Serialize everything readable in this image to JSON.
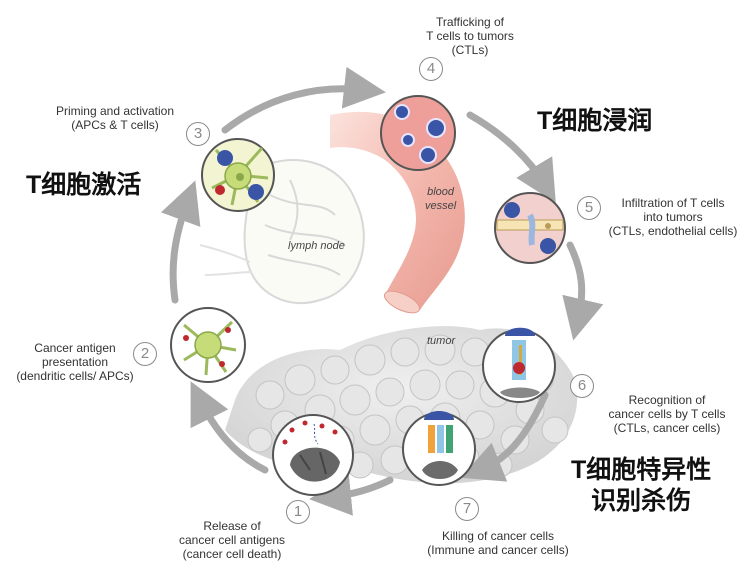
{
  "steps": [
    {
      "num": "1",
      "lines": [
        "Release of",
        "cancer cell antigens",
        "(cancer cell death)"
      ]
    },
    {
      "num": "2",
      "lines": [
        "Cancer antigen",
        "presentation",
        "(dendritic cells/ APCs)"
      ]
    },
    {
      "num": "3",
      "lines": [
        "Priming and activation",
        "(APCs & T cells)"
      ]
    },
    {
      "num": "4",
      "lines": [
        "Trafficking of",
        "T cells to tumors",
        "(CTLs)"
      ]
    },
    {
      "num": "5",
      "lines": [
        "Infiltration of T cells",
        "into tumors",
        "(CTLs, endothelial cells)"
      ]
    },
    {
      "num": "6",
      "lines": [
        "Recognition of",
        "cancer cells by T cells",
        "(CTLs, cancer cells)"
      ]
    },
    {
      "num": "7",
      "lines": [
        "Killing of cancer cells",
        "(Immune and cancer cells)"
      ]
    }
  ],
  "tissue_labels": {
    "lymph_node": "lymph node",
    "blood_vessel": [
      "blood",
      "vessel"
    ],
    "tumor": "tumor"
  },
  "chinese_labels": {
    "activation": "T细胞激活",
    "infiltration": "T细胞浸润",
    "killing": [
      "T细胞特异性",
      "识别杀伤"
    ]
  },
  "colors": {
    "arrow": "#a9a9a9",
    "tcell": "#3a55a6",
    "apc": "#c6dc78",
    "vessel_pink": "#e8a09a",
    "antigen_red": "#c0282f",
    "tumor_gray": "#d8d8d8"
  }
}
